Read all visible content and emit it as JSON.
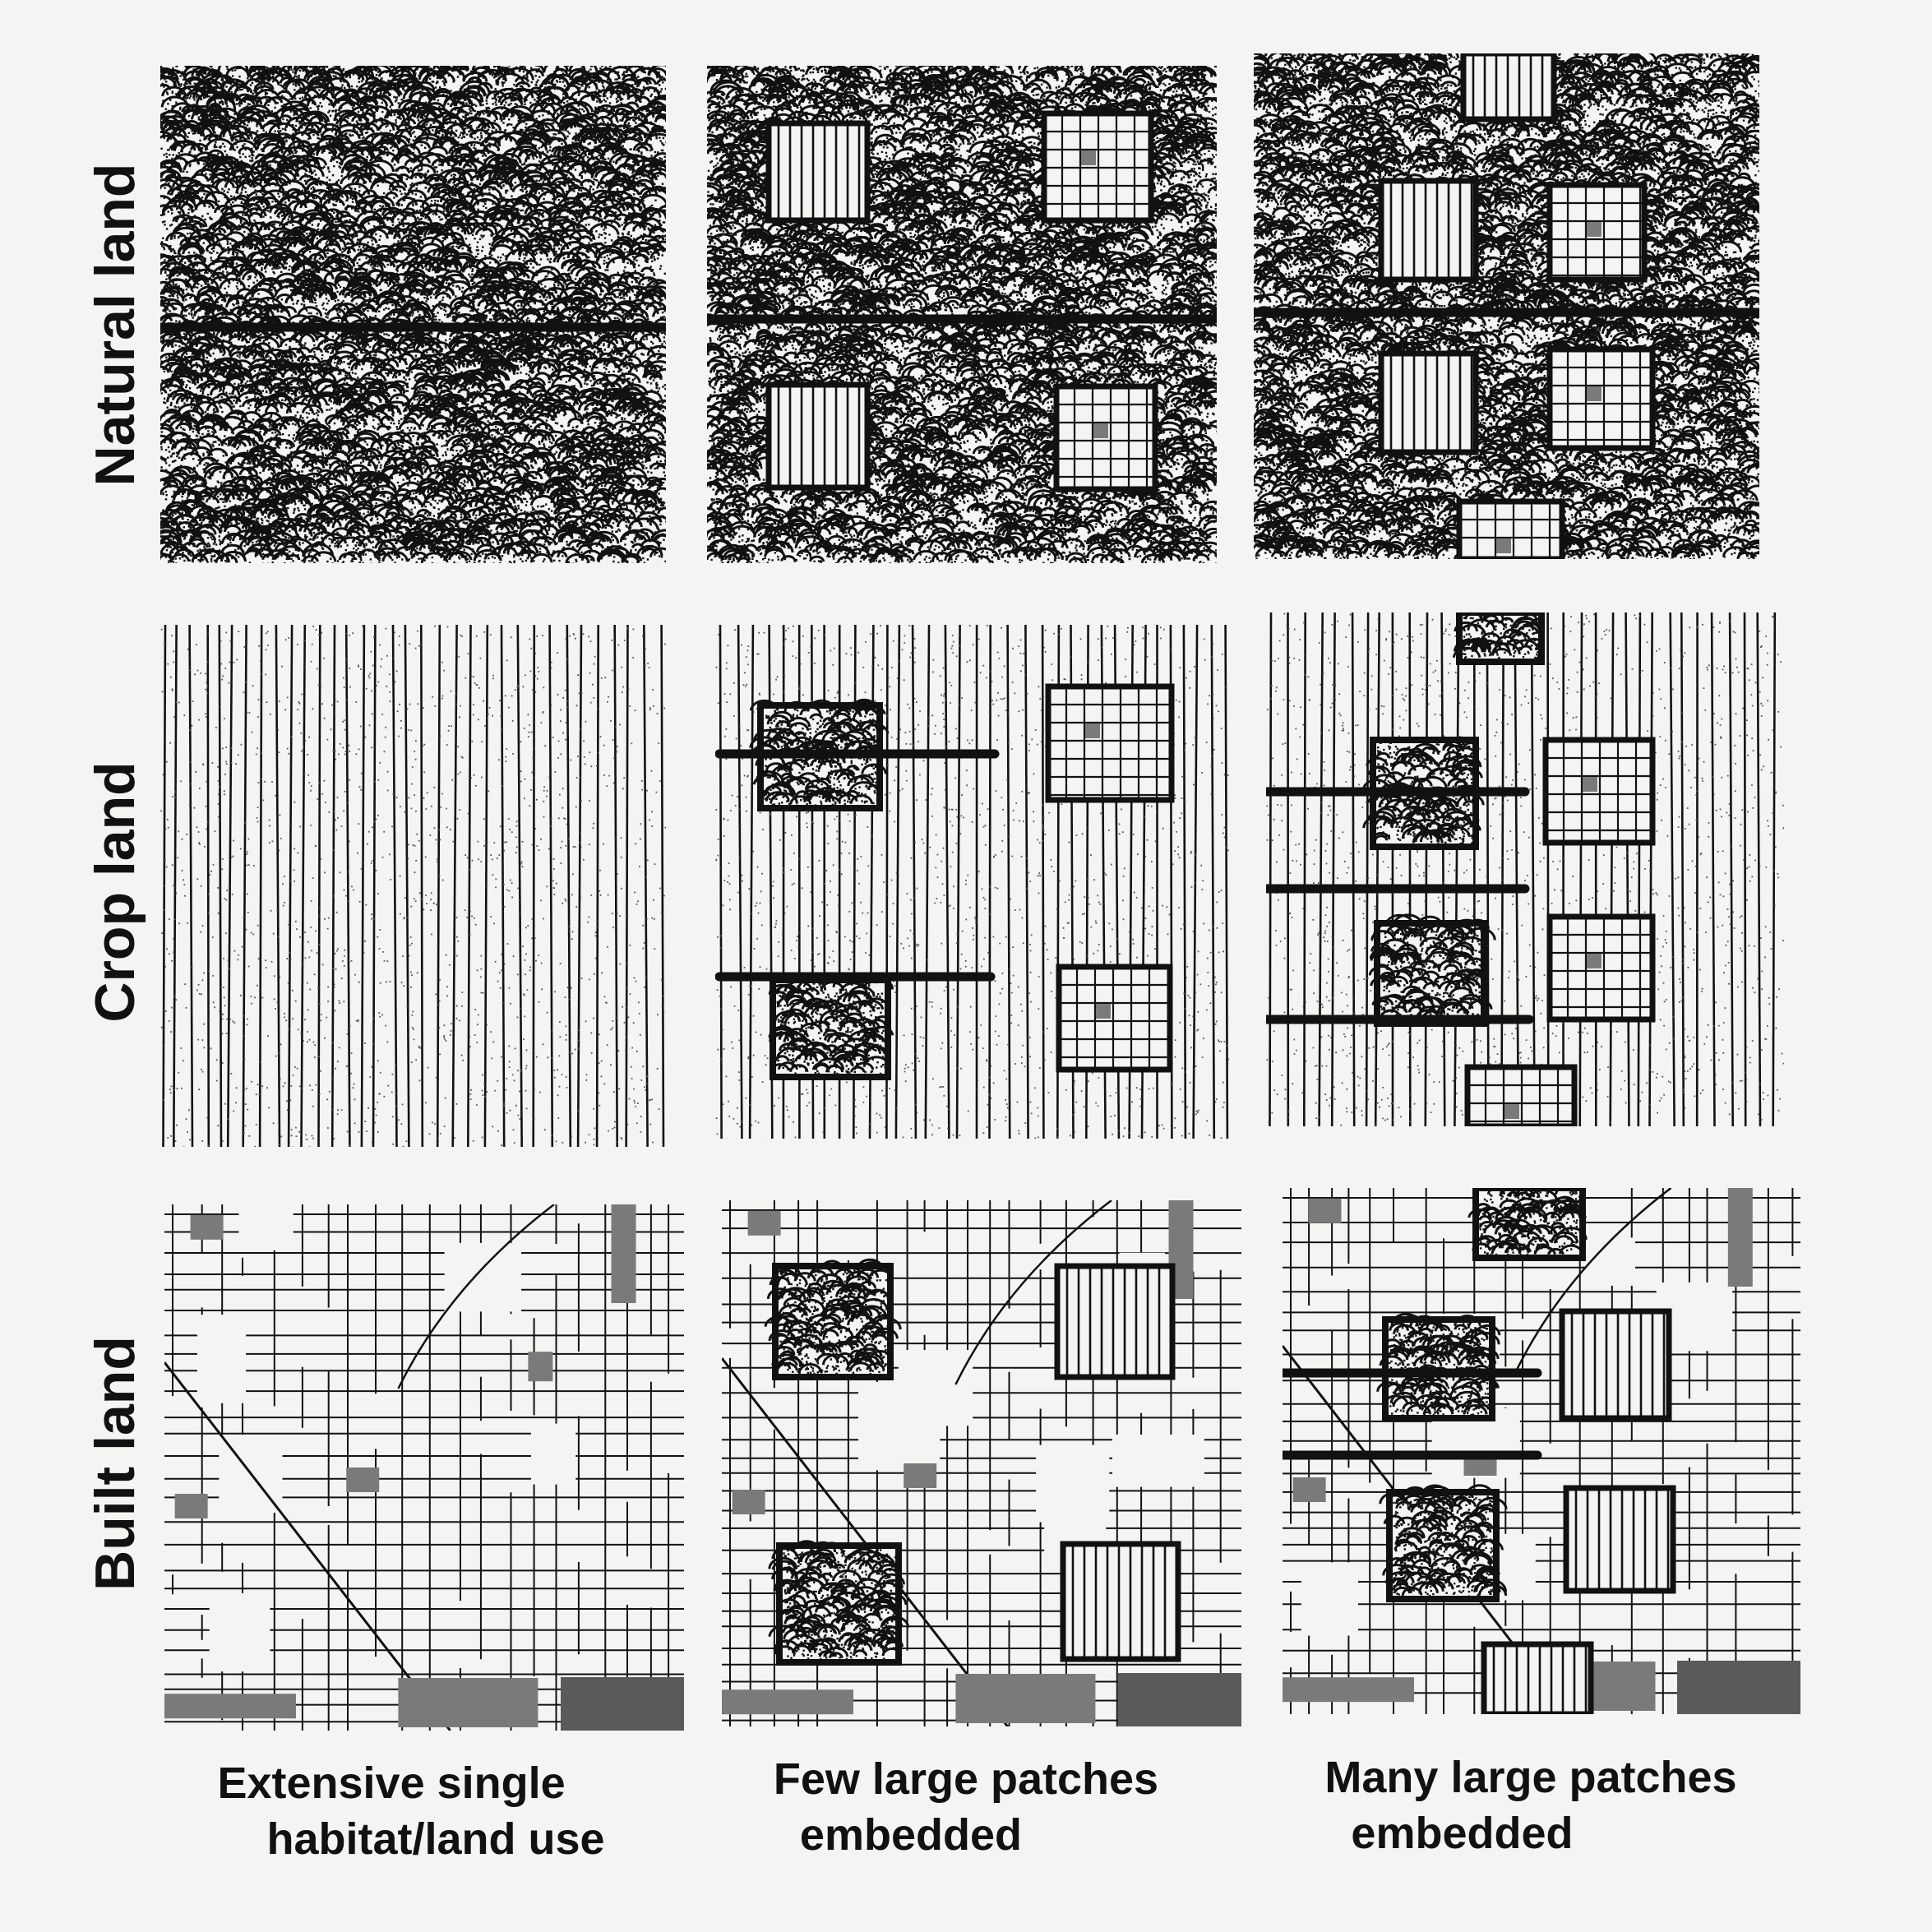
{
  "rows": [
    {
      "id": "natural",
      "label": "Natural land"
    },
    {
      "id": "crop",
      "label": "Crop land"
    },
    {
      "id": "built",
      "label": "Built land"
    }
  ],
  "columns": [
    {
      "id": "single",
      "line1": "Extensive single",
      "line2": "habitat/land use"
    },
    {
      "id": "few",
      "line1": "Few large patches",
      "line2": "embedded"
    },
    {
      "id": "many",
      "line1": "Many large patches",
      "line2": "embedded"
    }
  ],
  "textures": {
    "natural": "foliage stipple",
    "crop": "vertical furrows",
    "built": "street grid",
    "patch_crop": "vertical stripes",
    "patch_built": "square grid"
  },
  "colors": {
    "ink": "#111111",
    "paper": "#f4f4f2",
    "block_fill": "#7a7a7a"
  }
}
